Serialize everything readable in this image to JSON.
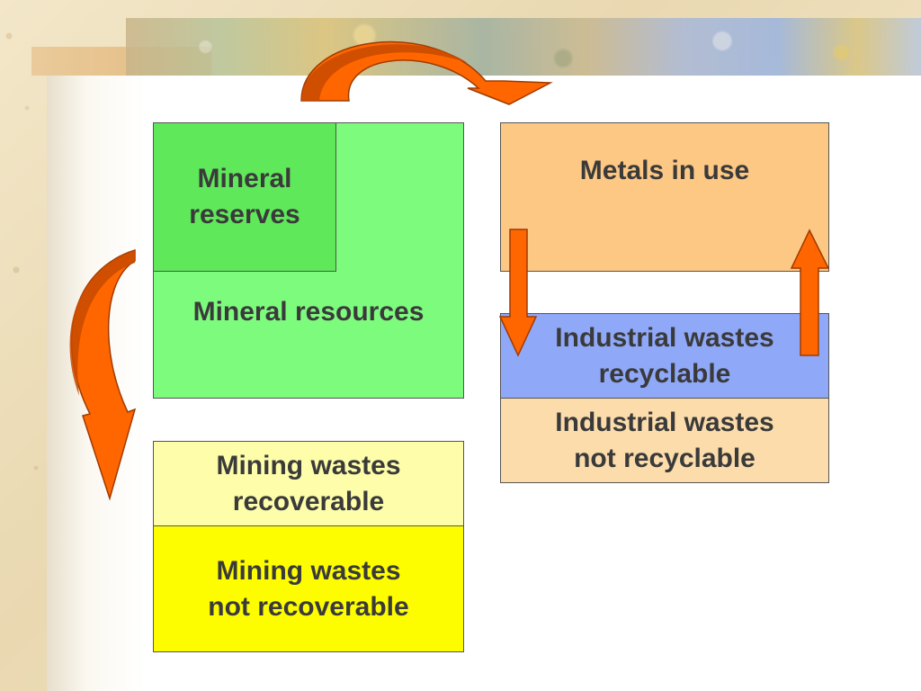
{
  "boxes": {
    "mineral_resources": "Mineral resources",
    "mineral_reserves": "Mineral\nreserves",
    "metals_in_use": "Metals in use",
    "industrial_wastes_recyclable": "Industrial wastes\nrecyclable",
    "industrial_wastes_not_recyclable": "Industrial wastes\nnot recyclable",
    "mining_wastes_recoverable": "Mining wastes\nrecoverable",
    "mining_wastes_not_recoverable": "Mining wastes\nnot recoverable"
  },
  "colors": {
    "mineral_resources": "#7dfb7d",
    "mineral_reserves": "#5fe85a",
    "metals_in_use": "#fdc784",
    "industrial_wastes_recyclable": "#8fa8f8",
    "industrial_wastes_not_recyclable": "#fbdcaa",
    "mining_wastes_recoverable": "#fdfdaa",
    "mining_wastes_not_recoverable": "#fdfd00",
    "arrow_fill": "#ff6600",
    "arrow_dark": "#c84a00"
  }
}
